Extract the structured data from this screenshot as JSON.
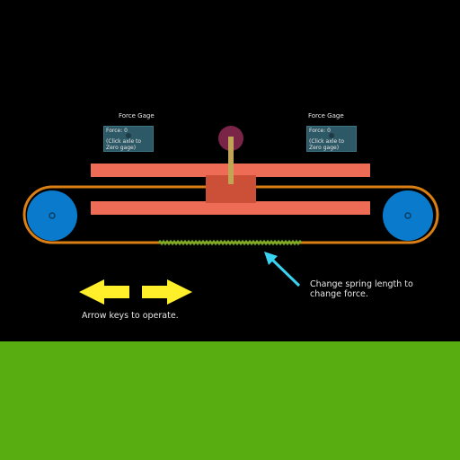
{
  "left_gauge": {
    "title": "Force Gage",
    "force_text": "Force: 0",
    "hint_line1": "(Click axle to",
    "hint_line2": "Zero gage)"
  },
  "right_gauge": {
    "title": "Force Gage",
    "force_text": "Force: 0",
    "hint_line1": "(Click axle to",
    "hint_line2": "Zero gage)"
  },
  "instructions": {
    "arrow_keys": "Arrow keys to operate.",
    "spring_line1": "Change spring length to",
    "spring_line2": "change force."
  },
  "colors": {
    "background": "#000000",
    "ground": "#58ad10",
    "plate": "#ee6b55",
    "block": "#cc5038",
    "belt": "#d97f14",
    "pulley": "#0a7acc",
    "spring": "#69b82c",
    "pointer_arrow": "#39d2f0",
    "direction_arrows": "#ffee2a",
    "knob": "#7a2448",
    "lever": "#c2a455"
  },
  "icons": {
    "left": "arrow-left-icon",
    "right": "arrow-right-icon",
    "pointer": "pointer-arrow-icon"
  }
}
